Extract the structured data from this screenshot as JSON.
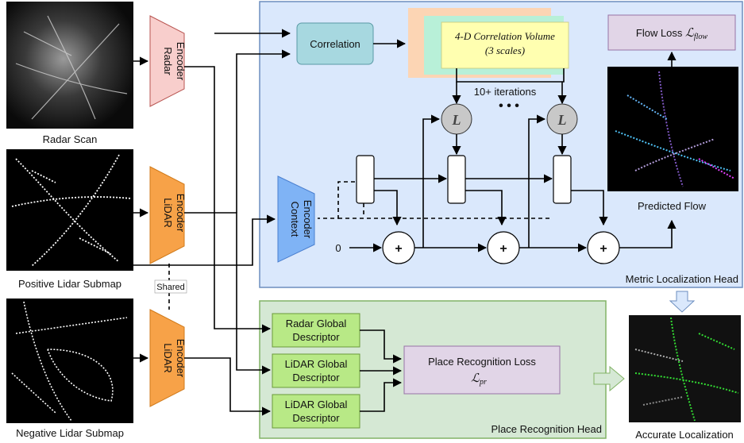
{
  "images": {
    "radar_scan": "Radar Scan",
    "positive_submap": "Positive Lidar Submap",
    "negative_submap": "Negative Lidar Submap",
    "predicted_flow": "Predicted Flow",
    "accurate_localization": "Accurate Localization"
  },
  "encoders": {
    "radar": [
      "Radar",
      "Encoder"
    ],
    "lidar_pos": [
      "LiDAR",
      "Encoder"
    ],
    "lidar_neg": [
      "LiDAR",
      "Encoder"
    ],
    "context": [
      "Context",
      "Encoder"
    ],
    "shared": "Shared"
  },
  "metric_head": {
    "title": "Metric Localization Head",
    "correlation": "Correlation",
    "volume_line1": "4-D Correlation Volume",
    "volume_line2": "(3 scales)",
    "iterations": "10+ iterations",
    "lookup_symbol": "L",
    "dots": "• • •",
    "plus_symbol": "+",
    "zero_input": "0",
    "flow_loss": "Flow Loss",
    "flow_loss_symbol": "ℒ",
    "flow_loss_subscript": "flow"
  },
  "pr_head": {
    "title": "Place Recognition Head",
    "radar_desc": [
      "Radar Global",
      "Descriptor"
    ],
    "lidar_desc_1": [
      "LiDAR Global",
      "Descriptor"
    ],
    "lidar_desc_2": [
      "LiDAR Global",
      "Descriptor"
    ],
    "loss_label": "Place Recognition Loss",
    "loss_symbol": "ℒ",
    "loss_subscript": "pr"
  },
  "colors": {
    "metric_bg": "#dae8fc",
    "metric_border": "#6c8ebf",
    "pr_bg": "#d5e8d4",
    "pr_border": "#82b366",
    "radar_encoder": "#f8cecc",
    "lidar_encoder": "#f7a248",
    "context_encoder": "#7fb3f5",
    "correlation": "#a7d8e0",
    "volume_front": "#ffffb0",
    "descriptor": "#b8e986",
    "loss_box": "#e1d5e7"
  }
}
